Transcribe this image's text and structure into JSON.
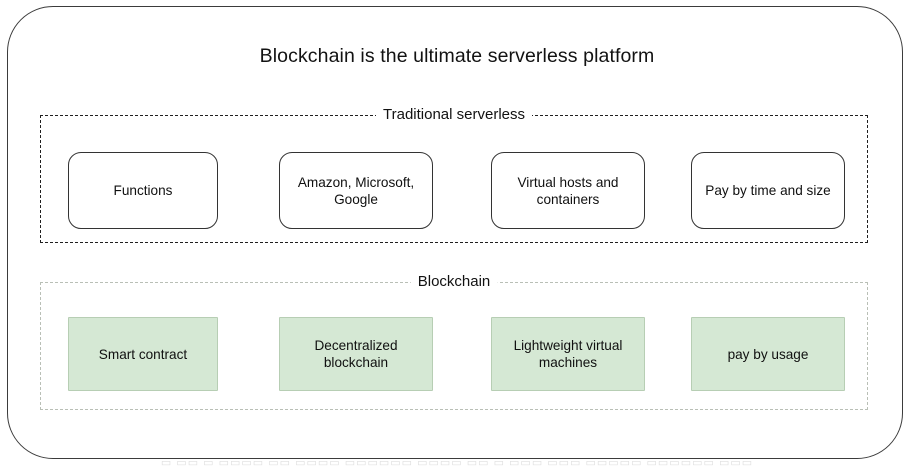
{
  "diagram": {
    "title": "Blockchain is the ultimate serverless platform",
    "colors": {
      "blockchain_fill": "#d5e8d4",
      "blockchain_border": "#b7ceb4",
      "traditional_border": "#333333",
      "outer_border": "#3b3b3b",
      "traditional_group_border": "#1f1f1f",
      "blockchain_group_border": "#b9bfb6",
      "text": "#101010",
      "background": "#ffffff"
    },
    "sections": [
      {
        "id": "traditional-serverless",
        "label": "Traditional serverless",
        "style": "white-rounded",
        "boxes": [
          {
            "label": "Functions"
          },
          {
            "label": "Amazon, Microsoft, Google"
          },
          {
            "label": "Virtual hosts and containers"
          },
          {
            "label": "Pay by time and size"
          }
        ]
      },
      {
        "id": "blockchain",
        "label": "Blockchain",
        "style": "green-square",
        "boxes": [
          {
            "label": "Smart contract"
          },
          {
            "label": "Decentralized blockchain"
          },
          {
            "label": "Lightweight virtual machines"
          },
          {
            "label": "pay by usage"
          }
        ]
      }
    ],
    "bottom_artifact": "▭ ▭▭ ▭ ▭▭▭▭ ▭▭ ▭▭▭▭ ▭▭▭▭▭▭ ▭▭▭▭ ▭▭ ▭ ▭▭▭ ▭▭▭ ▭▭▭▭▭ ▭▭▭▭▭▭ ▭▭▭"
  }
}
